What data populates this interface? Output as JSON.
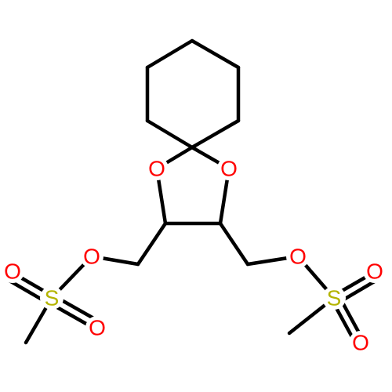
{
  "atoms": {
    "o_ring_left": {
      "symbol": "O",
      "color": "#ff0000"
    },
    "o_ring_right": {
      "symbol": "O",
      "color": "#ff0000"
    },
    "o_ester_left": {
      "symbol": "O",
      "color": "#ff0000"
    },
    "o_ester_right": {
      "symbol": "O",
      "color": "#ff0000"
    },
    "s_left": {
      "symbol": "S",
      "color": "#b4b400"
    },
    "s_right": {
      "symbol": "S",
      "color": "#b4b400"
    },
    "o_s_left_a": {
      "symbol": "O",
      "color": "#ff0000"
    },
    "o_s_left_b": {
      "symbol": "O",
      "color": "#ff0000"
    },
    "o_s_right_a": {
      "symbol": "O",
      "color": "#ff0000"
    },
    "o_s_right_b": {
      "symbol": "O",
      "color": "#ff0000"
    }
  },
  "colors": {
    "bond": "#000000",
    "oxygen": "#ff0000",
    "sulfur": "#b4b400",
    "background": "#ffffff"
  }
}
